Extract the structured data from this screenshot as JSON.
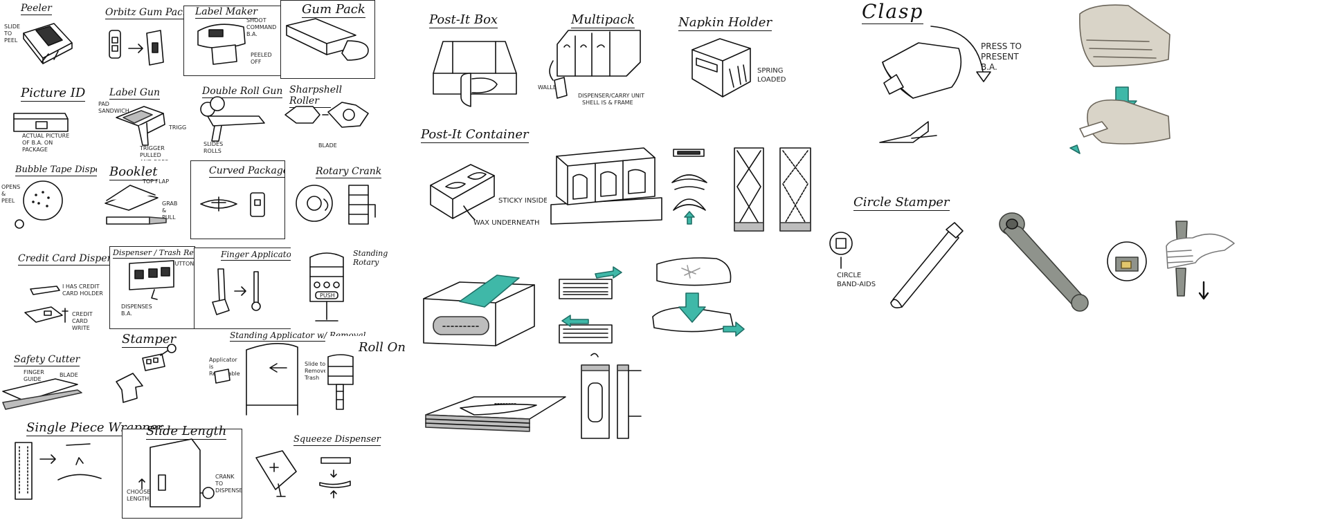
{
  "left_board": {
    "peeler": {
      "title": "Peeler",
      "note": "SLIDE TO PEEL"
    },
    "orbitz_gum_pack": {
      "title": "Orbitz Gum Pack"
    },
    "label_maker": {
      "title": "Label Maker",
      "note1": "SHOOT COMMAND B.A.",
      "note2": "PEELED OFF"
    },
    "gum_pack": {
      "title": "Gum Pack"
    },
    "picture_id": {
      "title": "Picture ID",
      "note": "ACTUAL PICTURE OF B.A. ON PACKAGE"
    },
    "label_gun": {
      "title": "Label Gun",
      "note1": "PAD SANDWICH",
      "note2": "TRIGGER",
      "note3": "TRIGGER PULLED AND POPS OUT"
    },
    "double_roll_gun": {
      "title": "Double Roll Gun",
      "note": "SLIDES ROLLS"
    },
    "sharpshell_roller": {
      "title": "Sharpshell Roller",
      "note": "BLADE"
    },
    "bubble_tape_dispenser": {
      "title": "Bubble Tape Dispenser",
      "note": "OPENS & PEEL"
    },
    "booklet": {
      "title": "Booklet",
      "note1": "TOP FLAP",
      "note2": "GRAB & PULL"
    },
    "curved_package": {
      "title": "Curved Package"
    },
    "rotary_crank": {
      "title": "Rotary Crank"
    },
    "credit_card_dispenser": {
      "title": "Credit Card Dispenser",
      "note1": "I HAS CREDIT CARD HOLDER",
      "note2": "CREDIT CARD WRITE"
    },
    "dispenser_trash_remover": {
      "title": "Dispenser / Trash Remover",
      "note1": "BUTTON",
      "note2": "DISPENSES B.A."
    },
    "finger_applicator": {
      "title": "Finger Applicator"
    },
    "standing_rotary": {
      "title": "Standing Rotary",
      "button": "PUSH"
    },
    "safety_cutter": {
      "title": "Safety Cutter",
      "note1": "FINGER GUIDE",
      "note2": "BLADE"
    },
    "stamper": {
      "title": "Stamper"
    },
    "standing_applicator": {
      "title": "Standing Applicator w/ Removal",
      "note1": "Applicator is Removable",
      "note2": "Slide to Remove Trash"
    },
    "roll_on": {
      "title": "Roll On"
    },
    "single_piece_wrapper": {
      "title": "Single Piece Wrapper"
    },
    "slide_length": {
      "title": "Slide Length",
      "note1": "CHOOSE LENGTH",
      "note2": "CRANK TO DISPENSE"
    },
    "squeeze_dispenser": {
      "title": "Squeeze Dispenser"
    }
  },
  "middle_board": {
    "post_it_box": {
      "title": "Post-It Box"
    },
    "multipack": {
      "title": "Multipack",
      "note1": "DISPENSER/CARRY UNIT",
      "note2": "SHELL IS & FRAME",
      "note3": "WALLET"
    },
    "napkin_holder": {
      "title": "Napkin Holder",
      "note": "SPRING LOADED"
    },
    "post_it_container": {
      "title": "Post-It Container",
      "note1": "STICKY INSIDE",
      "note2": "WAX UNDERNEATH"
    }
  },
  "right_board": {
    "clasp": {
      "title": "Clasp",
      "note": "PRESS TO PRESENT B.A."
    },
    "circle_stamper": {
      "title": "Circle Stamper",
      "note": "CIRCLE BAND-AIDS"
    }
  }
}
